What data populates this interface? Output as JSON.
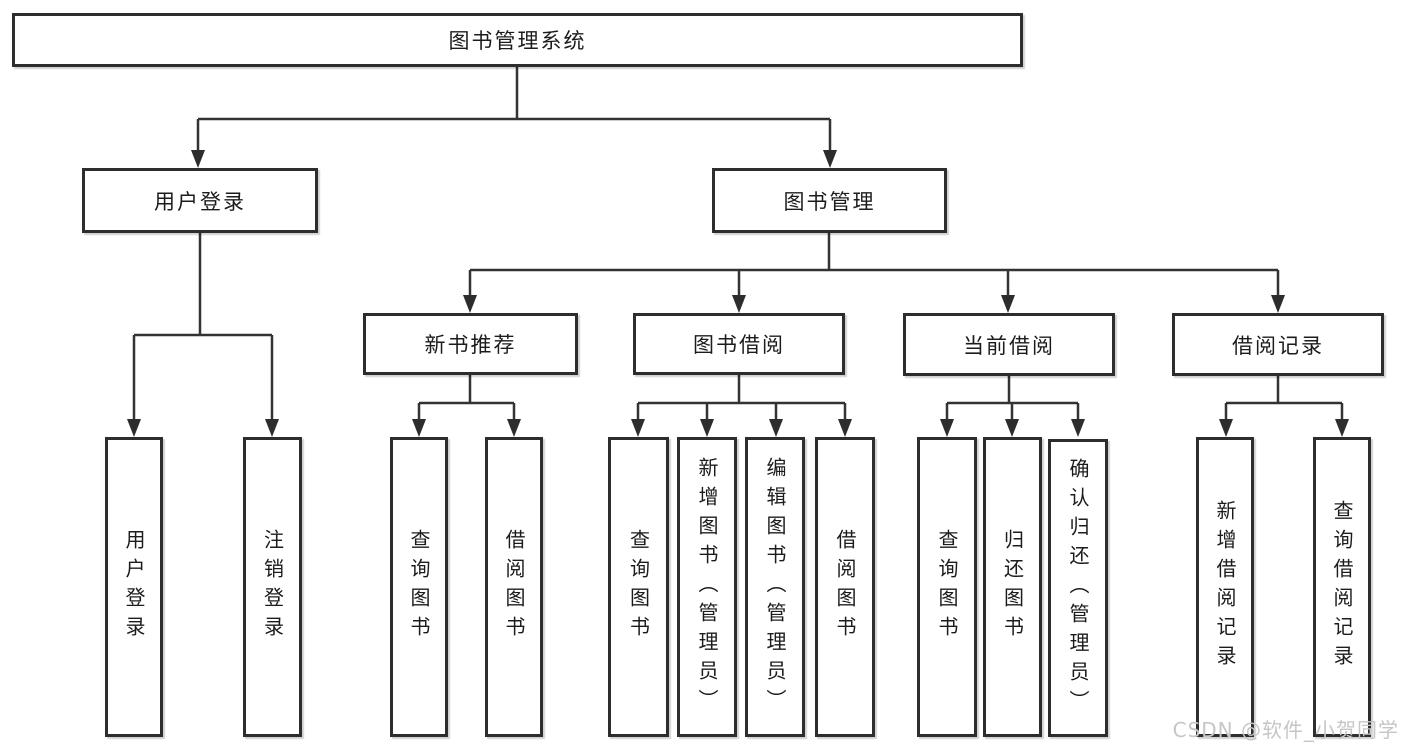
{
  "diagram": {
    "title": "图书管理系统",
    "root": {
      "label": "图书管理系统"
    },
    "branches": {
      "user_login": {
        "label": "用户登录",
        "children": [
          "用户登录",
          "注销登录"
        ]
      },
      "book_mgmt": {
        "label": "图书管理"
      }
    },
    "modules": [
      {
        "label": "新书推荐",
        "children": [
          "查询图书",
          "借阅图书"
        ]
      },
      {
        "label": "图书借阅",
        "children": [
          "查询图书",
          "新增图书（管理员）",
          "编辑图书（管理员）",
          "借阅图书"
        ]
      },
      {
        "label": "当前借阅",
        "children": [
          "查询图书",
          "归还图书",
          "确认归还（管理员）"
        ]
      },
      {
        "label": "借阅记录",
        "children": [
          "新增借阅记录",
          "查询借阅记录"
        ]
      }
    ],
    "line_color": "#333333"
  },
  "watermark": {
    "text": "CSDN @软件_小贺同学"
  }
}
